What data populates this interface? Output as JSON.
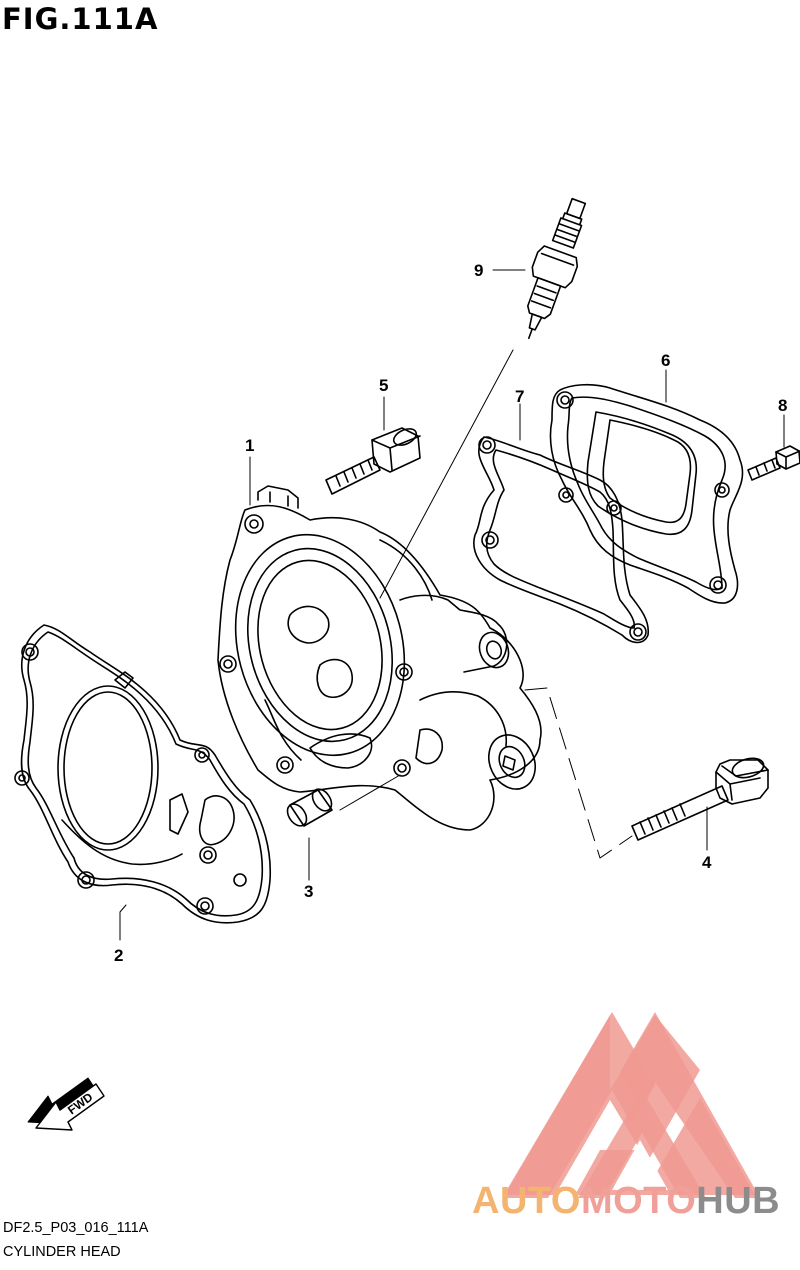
{
  "figure": {
    "title": "FIG.111A"
  },
  "parts": [
    {
      "ref": "1",
      "name": "cylinder-head"
    },
    {
      "ref": "2",
      "name": "cylinder-head-gasket"
    },
    {
      "ref": "3",
      "name": "dowel-pin"
    },
    {
      "ref": "4",
      "name": "long-bolt"
    },
    {
      "ref": "5",
      "name": "bolt"
    },
    {
      "ref": "6",
      "name": "cover"
    },
    {
      "ref": "7",
      "name": "cover-gasket"
    },
    {
      "ref": "8",
      "name": "small-bolt"
    },
    {
      "ref": "9",
      "name": "spark-plug"
    }
  ],
  "direction_badge": {
    "text": "FWD",
    "icon": "fwd-arrow-icon"
  },
  "footer": {
    "code": "DF2.5_P03_016_111A",
    "name": "CYLINDER HEAD"
  },
  "watermark": {
    "part1": "AUTO",
    "part2": "MOTO",
    "part3": "HUB",
    "colors": {
      "auto": "#f4b470",
      "moto": "#f0a098",
      "hub": "#8c8c8c",
      "logo": "#f09a92"
    }
  }
}
